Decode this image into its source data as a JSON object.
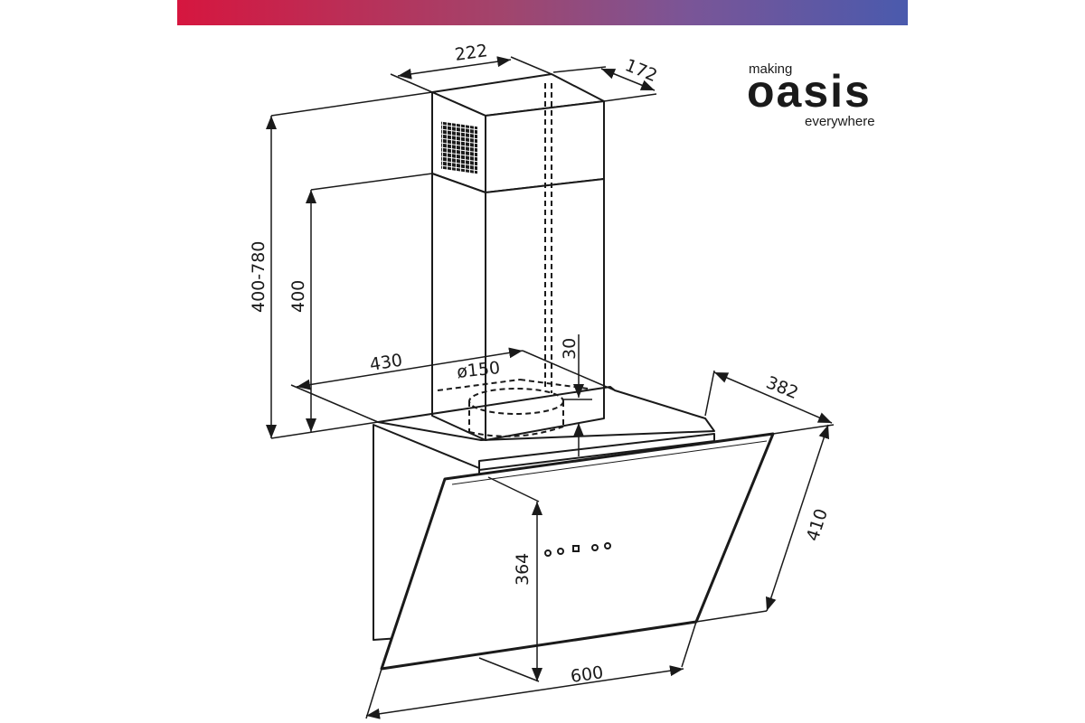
{
  "brand": {
    "tagline_top": "making",
    "name": "oasis",
    "tagline_bottom": "everywhere",
    "bar_gradient": [
      "#d6163f",
      "#a1456d",
      "#7a5597",
      "#4a5aad"
    ]
  },
  "diagram": {
    "dimensions": {
      "chimney_width": "222",
      "chimney_depth": "172",
      "total_height": "400-780",
      "chimney_height": "400",
      "body_width": "430",
      "outlet_diameter": "ø150",
      "outlet_offset": "30",
      "body_depth": "382",
      "glass_slant": "410",
      "panel_height": "364",
      "panel_width": "600"
    },
    "colors": {
      "line": "#1a1a1a",
      "dimension_line": "#1a1a1a"
    }
  }
}
